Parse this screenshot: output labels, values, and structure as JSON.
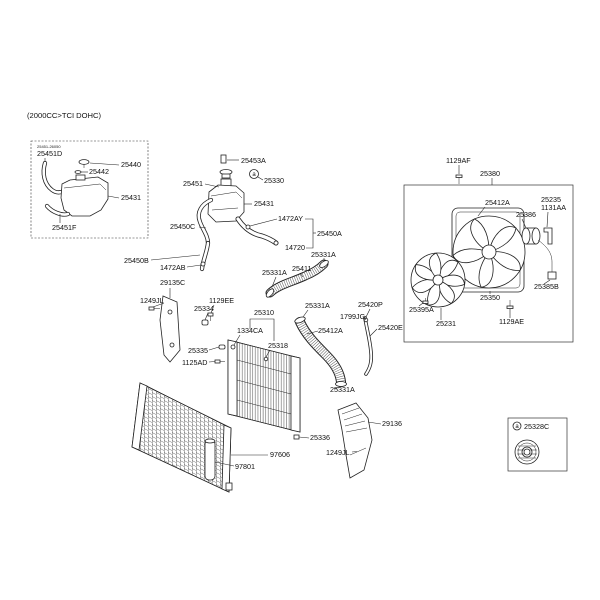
{
  "header": {
    "engine_spec": "(2000CC>TCI DOHC)"
  },
  "inset": {
    "labels": [
      "25451-26050",
      "25451D",
      "25440",
      "25442",
      "25431",
      "25451F"
    ]
  },
  "main": {
    "callout_symbol": "a",
    "labels": [
      "25453A",
      "25451",
      "25330",
      "25431",
      "1472AY",
      "25450C",
      "25450A",
      "14720",
      "25450B",
      "1472AB",
      "25331A",
      "25411",
      "25331A",
      "29135C",
      "1129EE",
      "1249JL",
      "25334",
      "25310",
      "25331A",
      "25420P",
      "1799JG",
      "25420E",
      "1334CA",
      "25412A",
      "25318",
      "25335",
      "1125AD",
      "25331A",
      "29136",
      "25336",
      "97606",
      "1249JL",
      "97801"
    ]
  },
  "fan_assembly": {
    "labels": [
      "1129AF",
      "25380",
      "25412A",
      "25235",
      "1131AA",
      "25386",
      "25350",
      "25385B",
      "25395A",
      "25231",
      "1129AE"
    ]
  },
  "reference": {
    "symbol": "a",
    "part_number": "25328C"
  }
}
